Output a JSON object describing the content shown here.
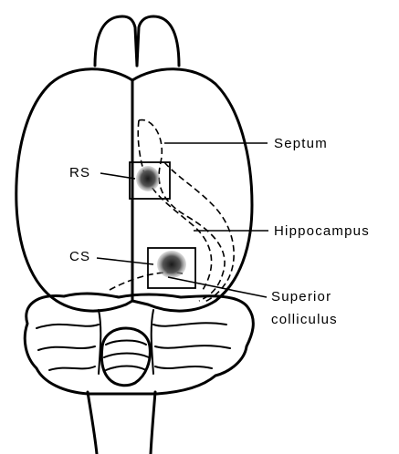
{
  "labels": {
    "rs": "RS",
    "cs": "CS",
    "septum": "Septum",
    "hippocampus": "Hippocampus",
    "superior_colliculus_line1": "Superior",
    "superior_colliculus_line2": "colliculus"
  },
  "colors": {
    "ink": "#000000",
    "background": "#ffffff",
    "lesion": "#3a3a3a"
  }
}
